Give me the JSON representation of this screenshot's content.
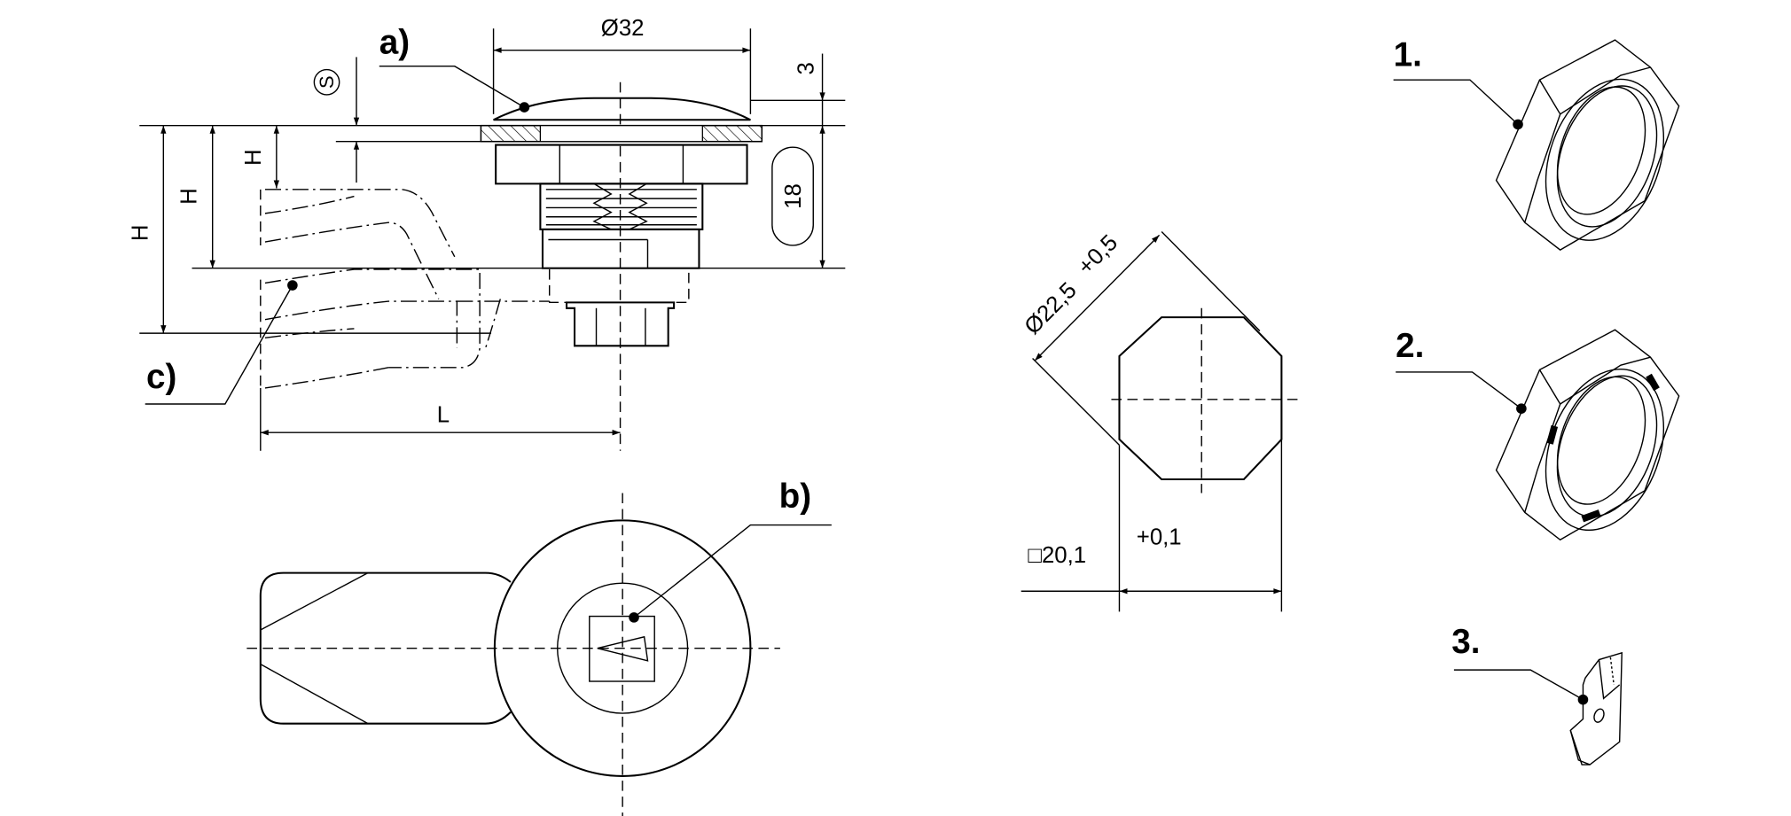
{
  "labels": {
    "a": "a)",
    "b": "b)",
    "c": "c)",
    "item1": "1.",
    "item2": "2.",
    "item3": "3."
  },
  "dimensions": {
    "diameter_cap": "Ø32",
    "cap_height": "3",
    "body_height": "18",
    "s_symbol": "S",
    "h_small": "H",
    "h_medium": "H",
    "h_large": "H",
    "length": "L",
    "cutout_diameter": "Ø22,5",
    "cutout_diameter_tol": "+0,5",
    "cutout_square": "□20,1",
    "cutout_square_tol": "+0,1"
  }
}
